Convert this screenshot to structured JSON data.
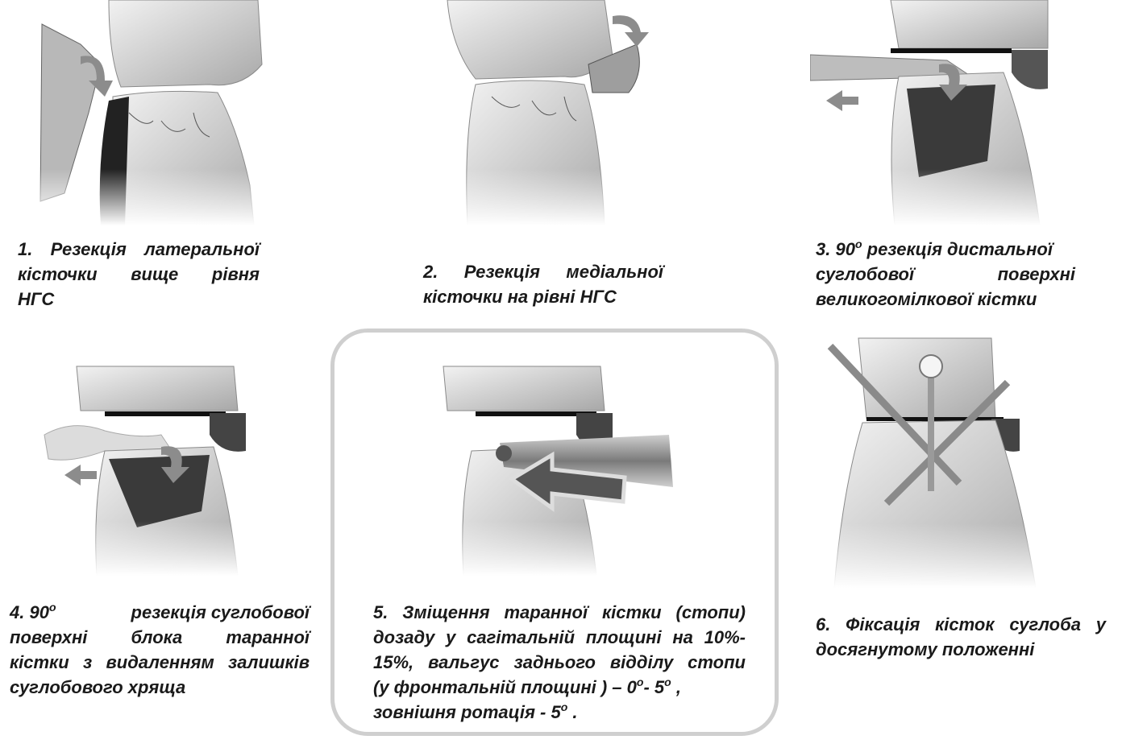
{
  "steps": [
    {
      "title": "1. Резекція латеральної кісточки вище рівня НГС",
      "lines": [
        "1. Резекція латеральної",
        "кісточки вище рівня",
        "НГС"
      ]
    },
    {
      "title": "2. Резекція медіальної кісточки на рівні НГС",
      "lines": [
        "2. Резекція медіальної",
        "кісточки на рівні НГС"
      ]
    },
    {
      "title": "3. 90° резекція дистальної суглобової поверхні великогомілкової кістки",
      "lines": [
        "3. 90",
        "резекція дистальної",
        "суглобової поверхні",
        "великогомілкової кістки"
      ],
      "degree_mark": "o"
    },
    {
      "title": "4. 90° резекція суглобової поверхні блока таранної кістки з видаленням залишків суглобового хряща",
      "lines": [
        "4. 90",
        "резекція суглобової",
        "поверхні блока таранної",
        "кістки з видаленням залишків",
        "суглобового хряща"
      ],
      "degree_mark": "o"
    },
    {
      "title": "5. Зміщення таранної кістки (стопи) дозаду у сагітальній площині на 10%-15%, вальгус заднього відділу стопи (у фронтальній площині) – 0°- 5°, зовнішня ротація - 5°.",
      "lines": [
        "5. Зміщення таранної кістки (стопи)",
        "дозаду у сагітальній площині на 10%-",
        "15%, вальгус заднього відділу стопи",
        "(у фронтальній площині ) – 0",
        "- 5",
        ",",
        "зовнішня ротація - 5",
        "."
      ],
      "degree_mark": "o",
      "highlighted": true
    },
    {
      "title": "6. Фіксація кісток суглоба у досягнутому положенні",
      "lines": [
        "6. Фіксація кісток суглоба у",
        "досягнутому положенні"
      ]
    }
  ],
  "colors": {
    "background": "#ffffff",
    "text": "#1a1a1a",
    "highlight_border": "#cfcfcf",
    "bone_light": "#e6e6e6",
    "bone_shadow": "#9a9a9a",
    "cut_plane": "#111111",
    "arrow": "#8c8c8c",
    "screw": "#8a8a8a"
  }
}
